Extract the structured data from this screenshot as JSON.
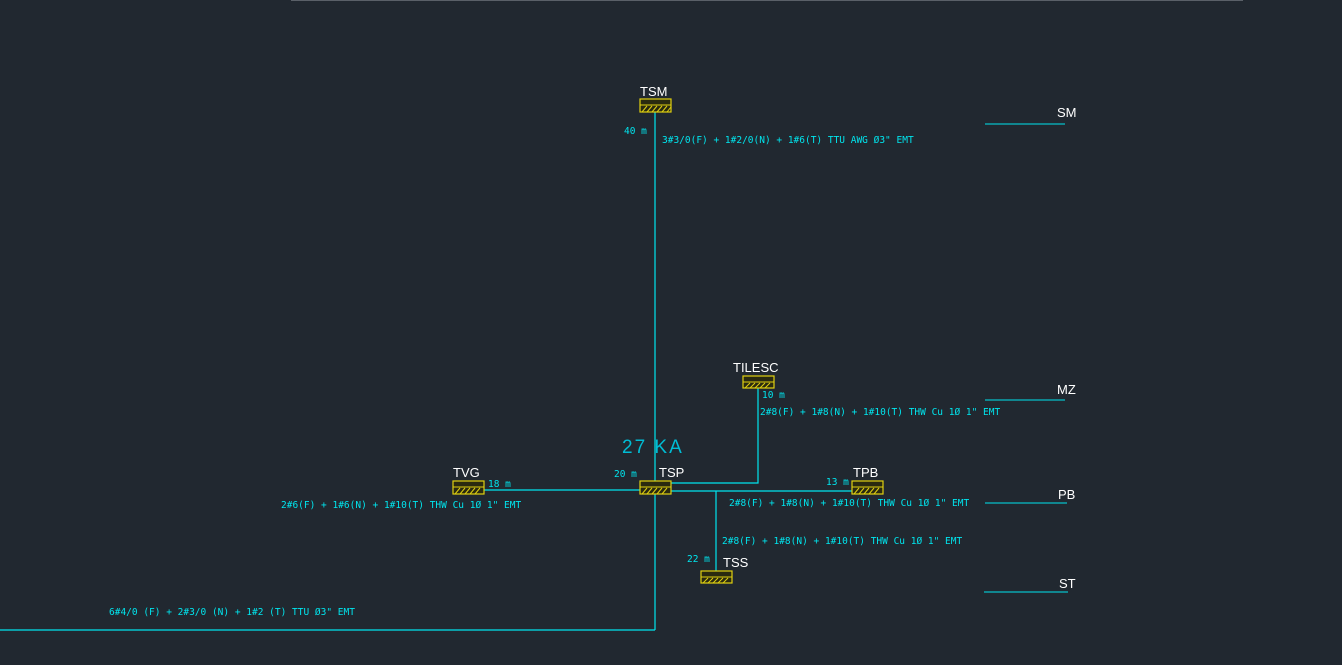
{
  "diagram": {
    "fault_level": "27 KA",
    "panels": {
      "tsm": "TSM",
      "tilesc": "TILESC",
      "tvg": "TVG",
      "tsp": "TSP",
      "tpb": "TPB",
      "tss": "TSS"
    },
    "levels": {
      "sm": "SM",
      "mz": "MZ",
      "pb": "PB",
      "st": "ST"
    },
    "lengths": {
      "tsm": "40 m",
      "tilesc": "10 m",
      "tvg": "18 m",
      "tsp": "20 m",
      "tpb": "13 m",
      "tss": "22 m"
    },
    "cables": {
      "tsm": "3#3/0(F) + 1#2/0(N) + 1#6(T) TTU AWG Ø3\" EMT",
      "tilesc": "2#8(F) + 1#8(N) + 1#10(T) THW Cu 1Ø 1\" EMT",
      "tvg": "2#6(F) + 1#6(N) + 1#10(T) THW Cu 1Ø 1\" EMT",
      "tpb": "2#8(F) + 1#8(N) + 1#10(T) THW Cu 1Ø 1\" EMT",
      "tss": "2#8(F) + 1#8(N) + 1#10(T) THW Cu 1Ø 1\" EMT",
      "main": "6#4/0 (F) + 2#3/0 (N) + 1#2 (T) TTU Ø3\" EMT"
    }
  },
  "colors": {
    "background": "#212830",
    "wire": "#00e5ee",
    "panel": "#e0d010",
    "text": "#ffffff"
  }
}
